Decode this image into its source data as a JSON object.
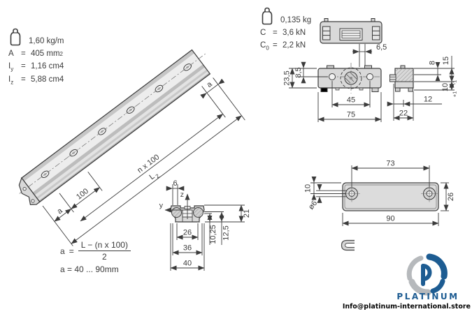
{
  "colors": {
    "line": "#3b3b3b",
    "part_fill": "#d9d9d9",
    "logo_blue": "#1d5c92",
    "logo_gray": "#b6b9bc"
  },
  "specs_rail": {
    "weight": "1,60 kg/m",
    "rows": [
      {
        "sym": "A",
        "sub": "",
        "eq": "=",
        "val": "405 mm",
        "sup": "2"
      },
      {
        "sym": "I",
        "sub": "y",
        "eq": "=",
        "val": "1,16 cm4",
        "sup": ""
      },
      {
        "sym": "I",
        "sub": "z",
        "eq": "=",
        "val": "5,88 cm4",
        "sup": ""
      }
    ]
  },
  "specs_carriage": {
    "weight": "0,135 kg",
    "rows": [
      {
        "sym": "C",
        "sub": "",
        "eq": "=",
        "val": "3,6 kN",
        "sup": ""
      },
      {
        "sym": "C",
        "sub": "0",
        "eq": "=",
        "val": "2,2 kN",
        "sup": ""
      }
    ]
  },
  "iso_dims": {
    "a_left": "a",
    "pitch": "100",
    "n_pitch": "n x 100",
    "len_sym": "L",
    "len_sub": "2",
    "a_right": "a"
  },
  "carriage_top_dims": {
    "offset": "6,5"
  },
  "carriage_front_dims": {
    "hole_height": "8,5",
    "height": "23,5",
    "hole_span": "45",
    "width": "75"
  },
  "carriage_side_dims": {
    "step": "8",
    "height_top": "15",
    "height_bottom": "10",
    "tol_upper": "+1",
    "tol_lower": "-1",
    "depth": "12",
    "width": "22"
  },
  "rail_section_dims": {
    "web": "6",
    "axis_z": "z",
    "axis_y": "y",
    "w_inner": "26",
    "w_mid": "36",
    "w_outer": "40",
    "h_low": "10,25",
    "h_mid": "12,5",
    "h_full": "21"
  },
  "plate_dims": {
    "hole_span": "73",
    "width": "90",
    "height": "26",
    "hole_offset": "10",
    "hole_dia": "ø6"
  },
  "formula": {
    "lhs": "a",
    "eq": "=",
    "numerator": "L − (n x 100)",
    "denominator": "2",
    "range": "a = 40 ... 90mm"
  },
  "branding": {
    "name": "PLATINUM",
    "email": "Info@platinum-international.store"
  }
}
